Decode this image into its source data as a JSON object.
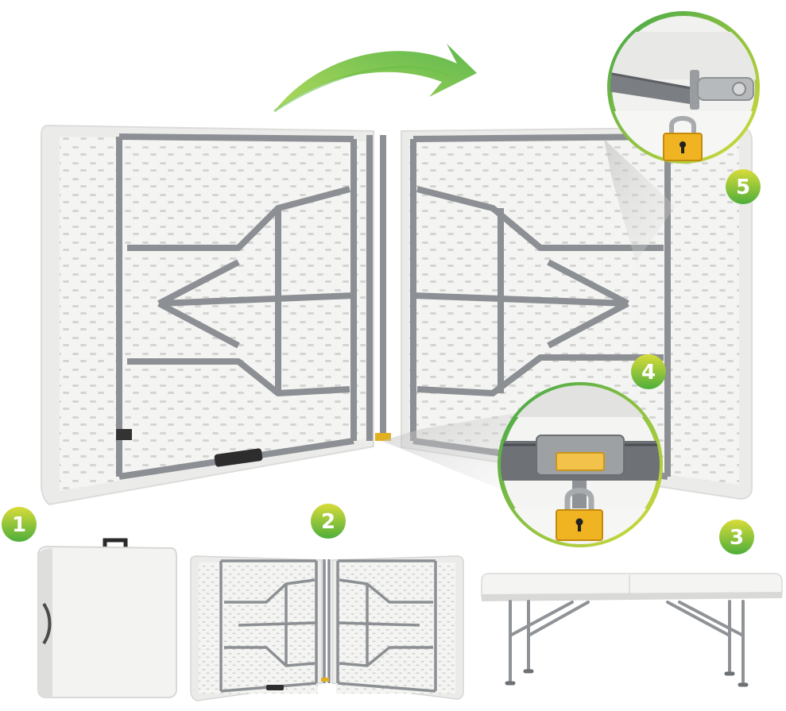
{
  "steps": [
    {
      "number": "1"
    },
    {
      "number": "2"
    },
    {
      "number": "3"
    },
    {
      "number": "4"
    },
    {
      "number": "5"
    }
  ],
  "colors": {
    "accent_green": "#5fb83a",
    "accent_yellow": "#d6d93a",
    "tabletop": "#f2f2f0",
    "frame_gray": "#8a8d90",
    "lock_body": "#f0b321"
  },
  "icons": [
    "curved-arrow-icon",
    "padlock-icon"
  ]
}
